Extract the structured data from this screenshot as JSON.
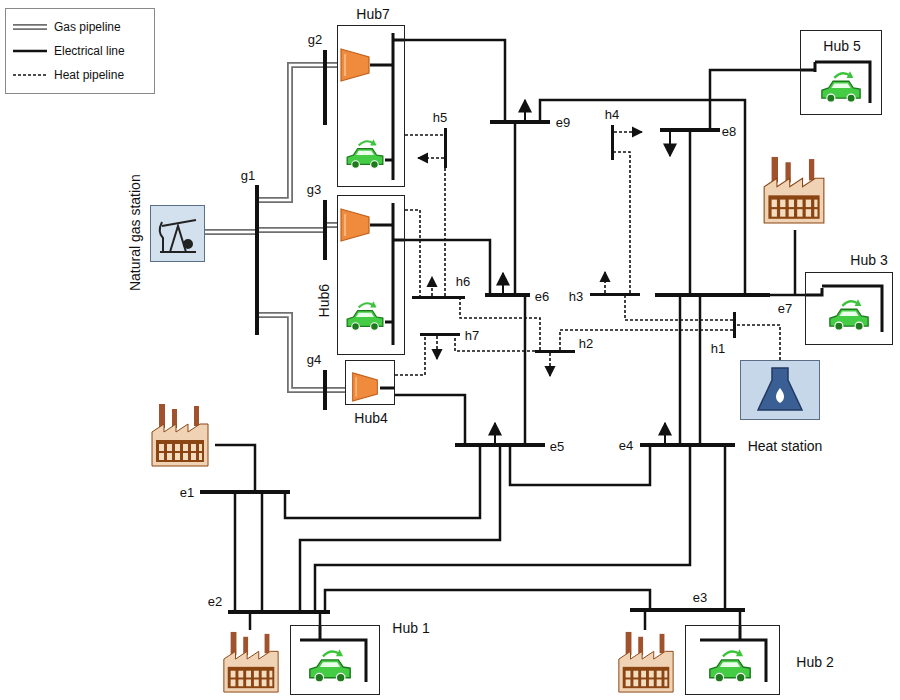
{
  "diagram": {
    "nodes": [
      {
        "text": [
          "Hub7"
        ]
      },
      {
        "text": [
          "Hub 5"
        ]
      },
      {
        "text": [
          "Hub 3"
        ]
      },
      {
        "text": [
          "Hub6"
        ]
      },
      {
        "text": [
          "Hub4"
        ]
      },
      {
        "text": [
          "Hub 1"
        ]
      },
      {
        "text": [
          "Hub 2"
        ]
      },
      {
        "text": [
          "Natural gas station"
        ]
      },
      {
        "text": [
          "Heat station"
        ]
      },
      {
        "text": [
          "g1"
        ]
      },
      {
        "text": [
          "g2"
        ]
      },
      {
        "text": [
          "g3"
        ]
      },
      {
        "text": [
          "g4"
        ]
      },
      {
        "text": [
          "e1"
        ]
      },
      {
        "text": [
          "e2"
        ]
      },
      {
        "text": [
          "e3"
        ]
      },
      {
        "text": [
          "e4"
        ]
      },
      {
        "text": [
          "e5"
        ]
      },
      {
        "text": [
          "e6"
        ]
      },
      {
        "text": [
          "e7"
        ]
      },
      {
        "text": [
          "e8"
        ]
      },
      {
        "text": [
          "e9"
        ]
      },
      {
        "text": [
          "h1"
        ]
      },
      {
        "text": [
          "h2"
        ]
      },
      {
        "text": [
          "h3"
        ]
      },
      {
        "text": [
          "h4"
        ]
      },
      {
        "text": [
          "h5"
        ]
      },
      {
        "text": [
          "h6"
        ]
      },
      {
        "text": [
          "h7"
        ]
      }
    ],
    "edges": [
      {
        "from": 7,
        "to": 9,
        "arrow": "none"
      },
      {
        "from": 9,
        "to": 10,
        "arrow": "none"
      },
      {
        "from": 9,
        "to": 11,
        "arrow": "none"
      },
      {
        "from": 9,
        "to": 12,
        "arrow": "none"
      },
      {
        "from": 10,
        "to": 0,
        "arrow": "none"
      },
      {
        "from": 11,
        "to": 3,
        "arrow": "none"
      },
      {
        "from": 12,
        "to": 4,
        "arrow": "none"
      },
      {
        "from": 0,
        "to": 21,
        "arrow": "none"
      },
      {
        "from": 3,
        "to": 18,
        "arrow": "none"
      },
      {
        "from": 4,
        "to": 17,
        "arrow": "none"
      },
      {
        "from": 1,
        "to": 20,
        "arrow": "none"
      },
      {
        "from": 2,
        "to": 19,
        "arrow": "none"
      },
      {
        "from": 5,
        "to": 14,
        "arrow": "none"
      },
      {
        "from": 6,
        "to": 15,
        "arrow": "none"
      },
      {
        "from": 13,
        "to": 14,
        "arrow": "none"
      },
      {
        "from": 13,
        "to": 14,
        "arrow": "none"
      },
      {
        "from": 13,
        "to": 17,
        "arrow": "none"
      },
      {
        "from": 14,
        "to": 17,
        "arrow": "none"
      },
      {
        "from": 14,
        "to": 16,
        "arrow": "none"
      },
      {
        "from": 14,
        "to": 15,
        "arrow": "none"
      },
      {
        "from": 15,
        "to": 16,
        "arrow": "none"
      },
      {
        "from": 17,
        "to": 16,
        "arrow": "none"
      },
      {
        "from": 17,
        "to": 18,
        "arrow": "none"
      },
      {
        "from": 21,
        "to": 18,
        "arrow": "none"
      },
      {
        "from": 19,
        "to": 16,
        "arrow": "none"
      },
      {
        "from": 19,
        "to": 16,
        "arrow": "none"
      },
      {
        "from": 20,
        "to": 19,
        "arrow": "none"
      },
      {
        "from": 21,
        "to": 19,
        "arrow": "none"
      },
      {
        "from": 8,
        "to": 22,
        "arrow": "none"
      },
      {
        "from": 22,
        "to": 24,
        "arrow": "none"
      },
      {
        "from": 22,
        "to": 23,
        "arrow": "none"
      },
      {
        "from": 24,
        "to": 25,
        "arrow": "none"
      },
      {
        "from": 23,
        "to": 27,
        "arrow": "none"
      },
      {
        "from": 23,
        "to": 28,
        "arrow": "none"
      },
      {
        "from": 0,
        "to": 26,
        "arrow": "none"
      },
      {
        "from": 3,
        "to": 27,
        "arrow": "none"
      },
      {
        "from": 27,
        "to": 26,
        "arrow": "none"
      },
      {
        "from": 4,
        "to": 28,
        "arrow": "none"
      }
    ],
    "legend": [
      {
        "text": "Gas pipeline"
      },
      {
        "text": "Electrical line"
      },
      {
        "text": "Heat pipeline"
      }
    ]
  }
}
